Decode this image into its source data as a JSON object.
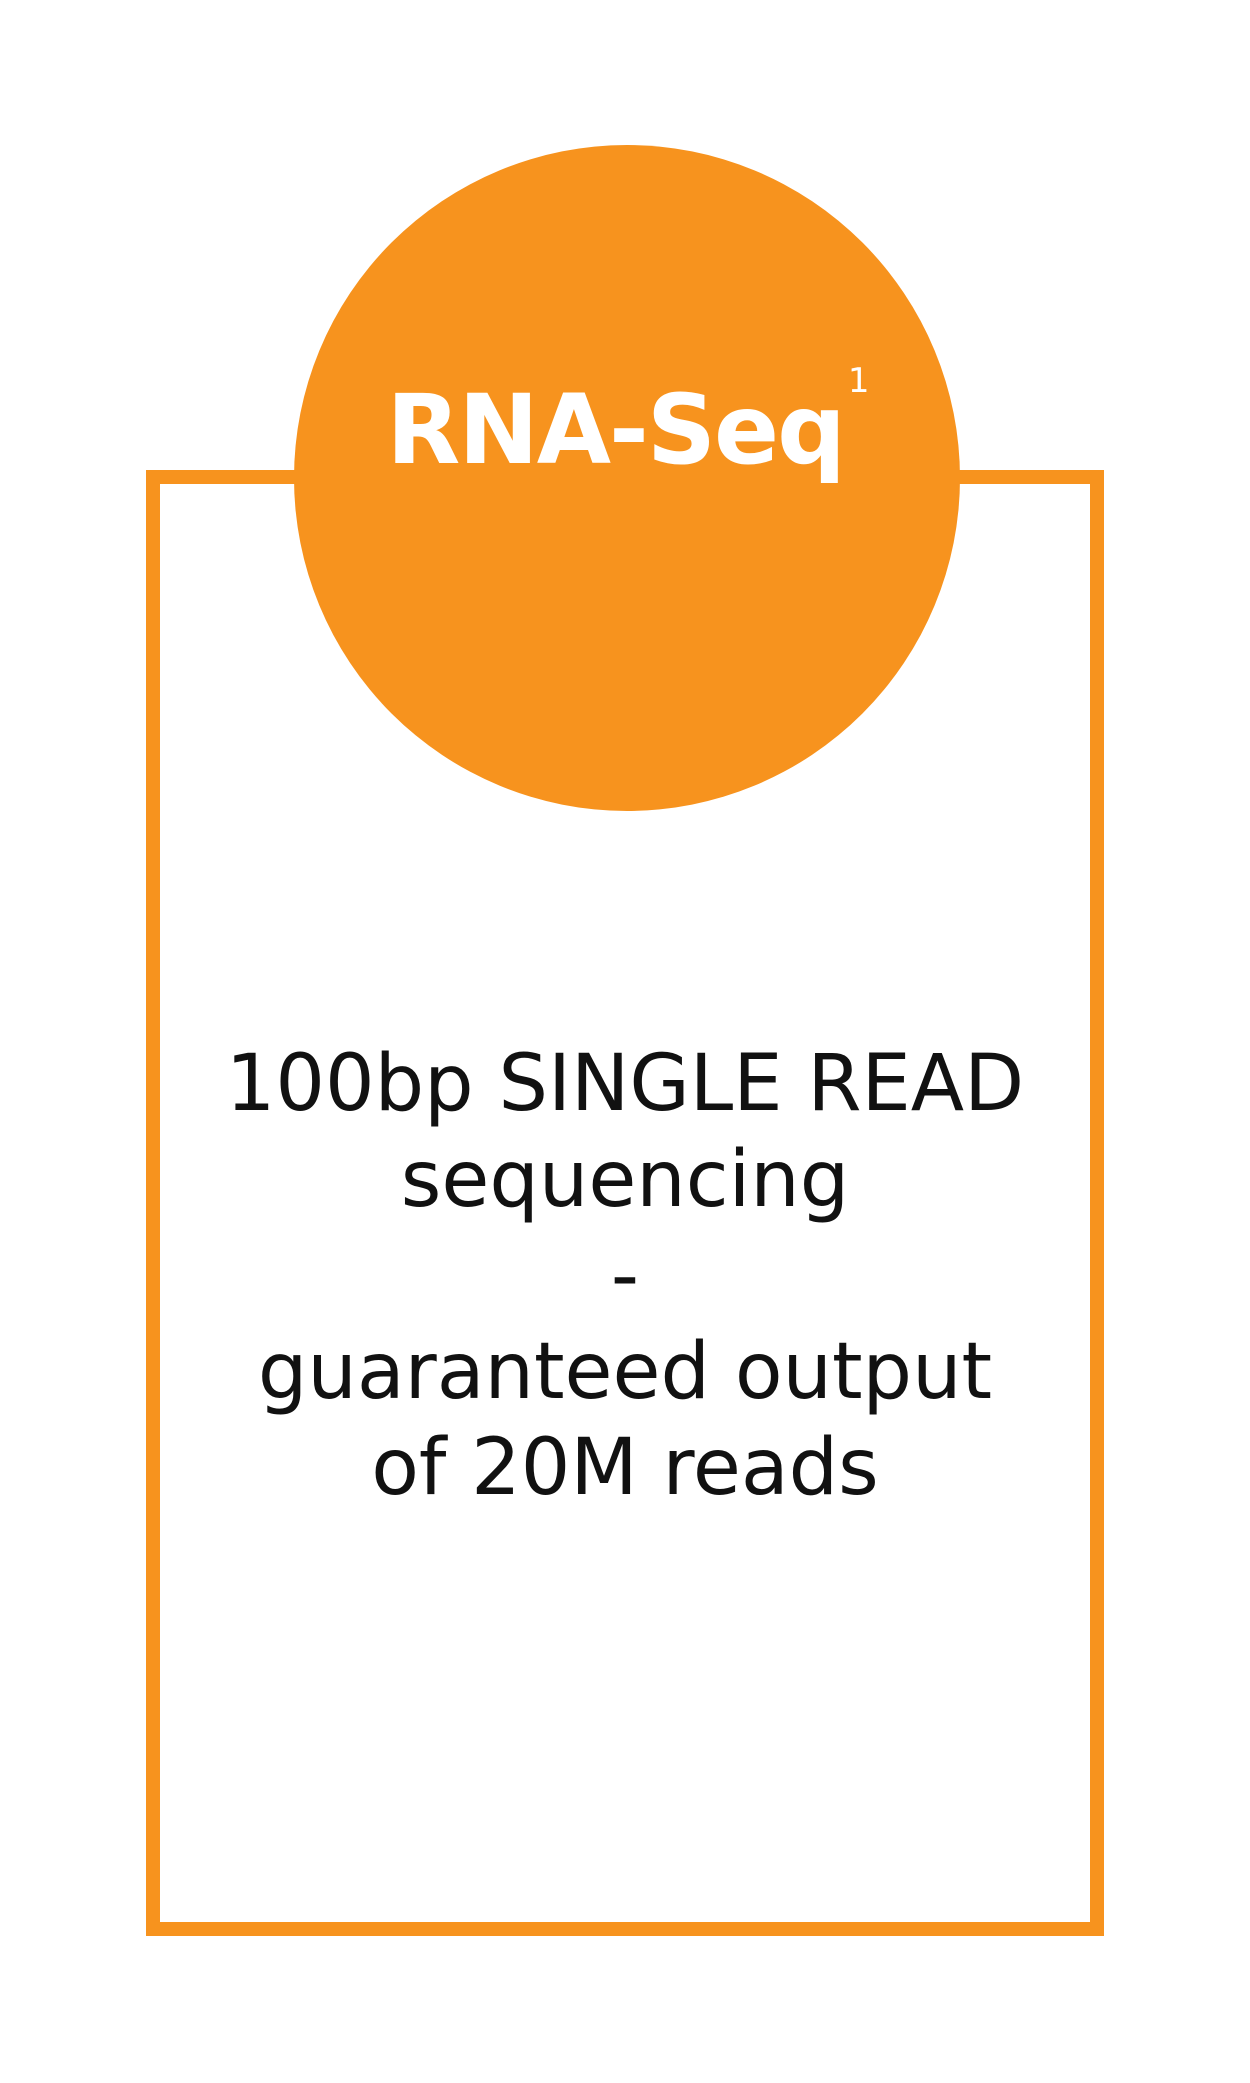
{
  "badge": {
    "title": "RNA-Seq",
    "superscript": "1"
  },
  "description": {
    "lines": [
      "100bp SINGLE READ",
      "sequencing",
      "-",
      "guaranteed output",
      "of 20M reads"
    ]
  },
  "colors": {
    "accent": "#F7931E",
    "text": "#111111",
    "background": "#ffffff"
  }
}
